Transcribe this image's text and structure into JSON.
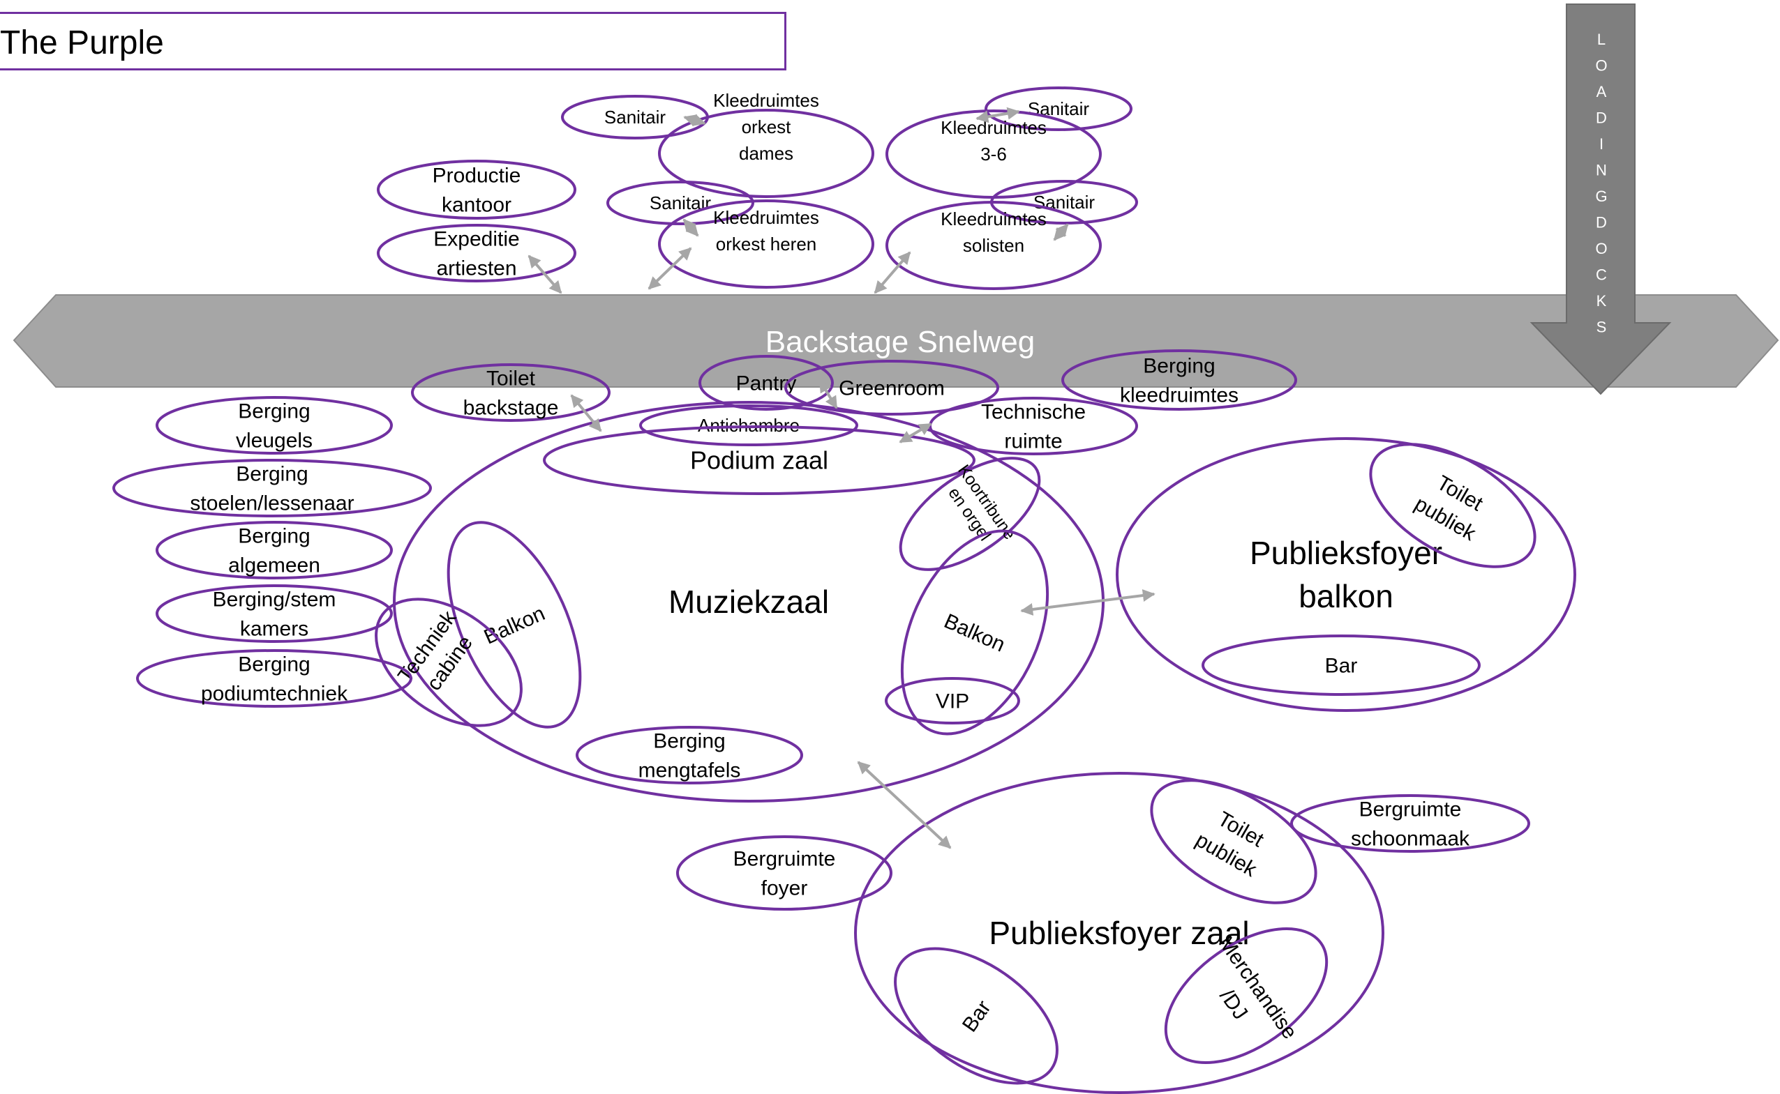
{
  "title": "The Purple",
  "highway": {
    "label": "Backstage Snelweg"
  },
  "loading_docks": {
    "letters": [
      "L",
      "O",
      "A",
      "D",
      "I",
      "N",
      "G",
      "D",
      "O",
      "C",
      "K",
      "S"
    ]
  },
  "colors": {
    "outline": "#7030a0",
    "highway": "#a6a6a6",
    "dock": "#7f7f7f",
    "arrow": "#a6a6a6"
  },
  "rooms": {
    "productie_kantoor": [
      "Productie",
      "kantoor"
    ],
    "expeditie_artiesten": [
      "Expeditie",
      "artiesten"
    ],
    "sanitair_dames": [
      "Sanitair"
    ],
    "kleedruimtes_orkest_dames": [
      "Kleedruimtes",
      "orkest",
      "dames"
    ],
    "sanitair_heren": [
      "Sanitair"
    ],
    "kleedruimtes_orkest_heren": [
      "Kleedruimtes",
      "orkest heren"
    ],
    "sanitair_36": [
      "Sanitair"
    ],
    "kleedruimtes_36": [
      "Kleedruimtes",
      "3-6"
    ],
    "sanitair_solisten": [
      "Sanitair"
    ],
    "kleedruimtes_solisten": [
      "Kleedruimtes",
      "solisten"
    ],
    "toilet_backstage": [
      "Toilet",
      "backstage"
    ],
    "pantry": [
      "Pantry"
    ],
    "greenroom": [
      "Greenroom"
    ],
    "berging_kleedruimtes": [
      "Berging",
      "kleedruimtes"
    ],
    "technische_ruimte": [
      "Technische",
      "ruimte"
    ],
    "antichambre": [
      "Antichambre"
    ],
    "podium_zaal": [
      "Podium zaal"
    ],
    "muziekzaal": [
      "Muziekzaal"
    ],
    "koortribune": [
      "Koortribune",
      "en orgel"
    ],
    "balkon_left": [
      "Balkon"
    ],
    "balkon_right": [
      "Balkon"
    ],
    "techniek_cabine": [
      "Techniek",
      "cabine"
    ],
    "vip": [
      "VIP"
    ],
    "berging_mengtafels": [
      "Berging",
      "mengtafels"
    ],
    "berging_vleugels": [
      "Berging",
      "vleugels"
    ],
    "berging_stoelen": [
      "Berging",
      "stoelen/lessenaar"
    ],
    "berging_algemeen": [
      "Berging",
      "algemeen"
    ],
    "berging_stemkamers": [
      "Berging/stem",
      "kamers"
    ],
    "berging_podiumtechniek": [
      "Berging",
      "podiumtechniek"
    ],
    "publieksfoyer_balkon": [
      "Publieksfoyer",
      "balkon"
    ],
    "toilet_publiek_balkon": [
      "Toilet",
      "publiek"
    ],
    "bar_balkon": [
      "Bar"
    ],
    "publieksfoyer_zaal": [
      "Publieksfoyer zaal"
    ],
    "toilet_publiek_zaal": [
      "Toilet",
      "publiek"
    ],
    "bergruimte_schoonmaak": [
      "Bergruimte",
      "schoonmaak"
    ],
    "bergruimte_foyer": [
      "Bergruimte",
      "foyer"
    ],
    "bar_zaal": [
      "Bar"
    ],
    "merchandise": [
      "Merchandise",
      "/DJ"
    ]
  }
}
